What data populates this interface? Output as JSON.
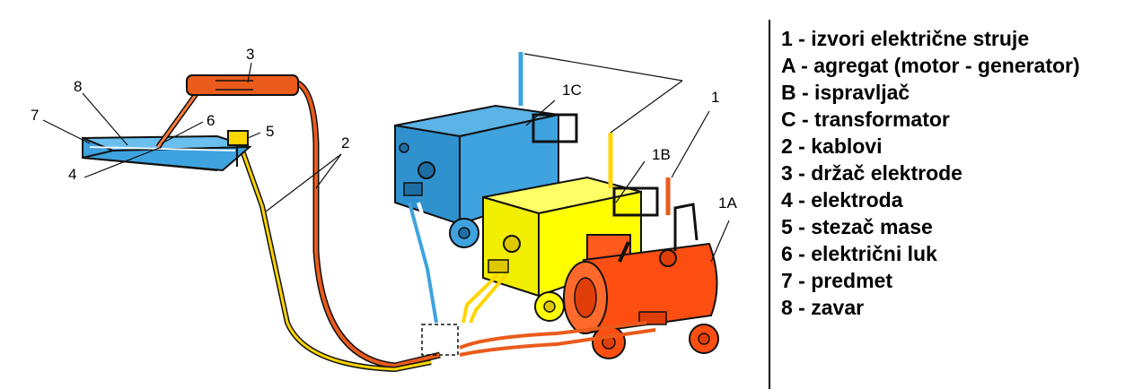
{
  "callouts": {
    "n1": "1",
    "n1A": "1A",
    "n1B": "1B",
    "n1C": "1C",
    "n2": "2",
    "n3": "3",
    "n4": "4",
    "n5": "5",
    "n6": "6",
    "n7": "7",
    "n8": "8"
  },
  "legend": [
    "1 - izvori električne struje",
    "A - agregat (motor - generator)",
    "B - ispravljač",
    "C - transformator",
    "2 - kablovi",
    "3 - držač elektrode",
    "4 - elektroda",
    "5 - stezač mase",
    "6 - električni luk",
    "7 - predmet",
    "8 - zavar"
  ],
  "colors": {
    "transformer": "#3ea3df",
    "rectifier": "#ffff00",
    "generator": "#ff4e12",
    "cable_red": "#ea5b1c",
    "cable_yellow": "#ffd600",
    "workpiece": "#3ea3df"
  }
}
